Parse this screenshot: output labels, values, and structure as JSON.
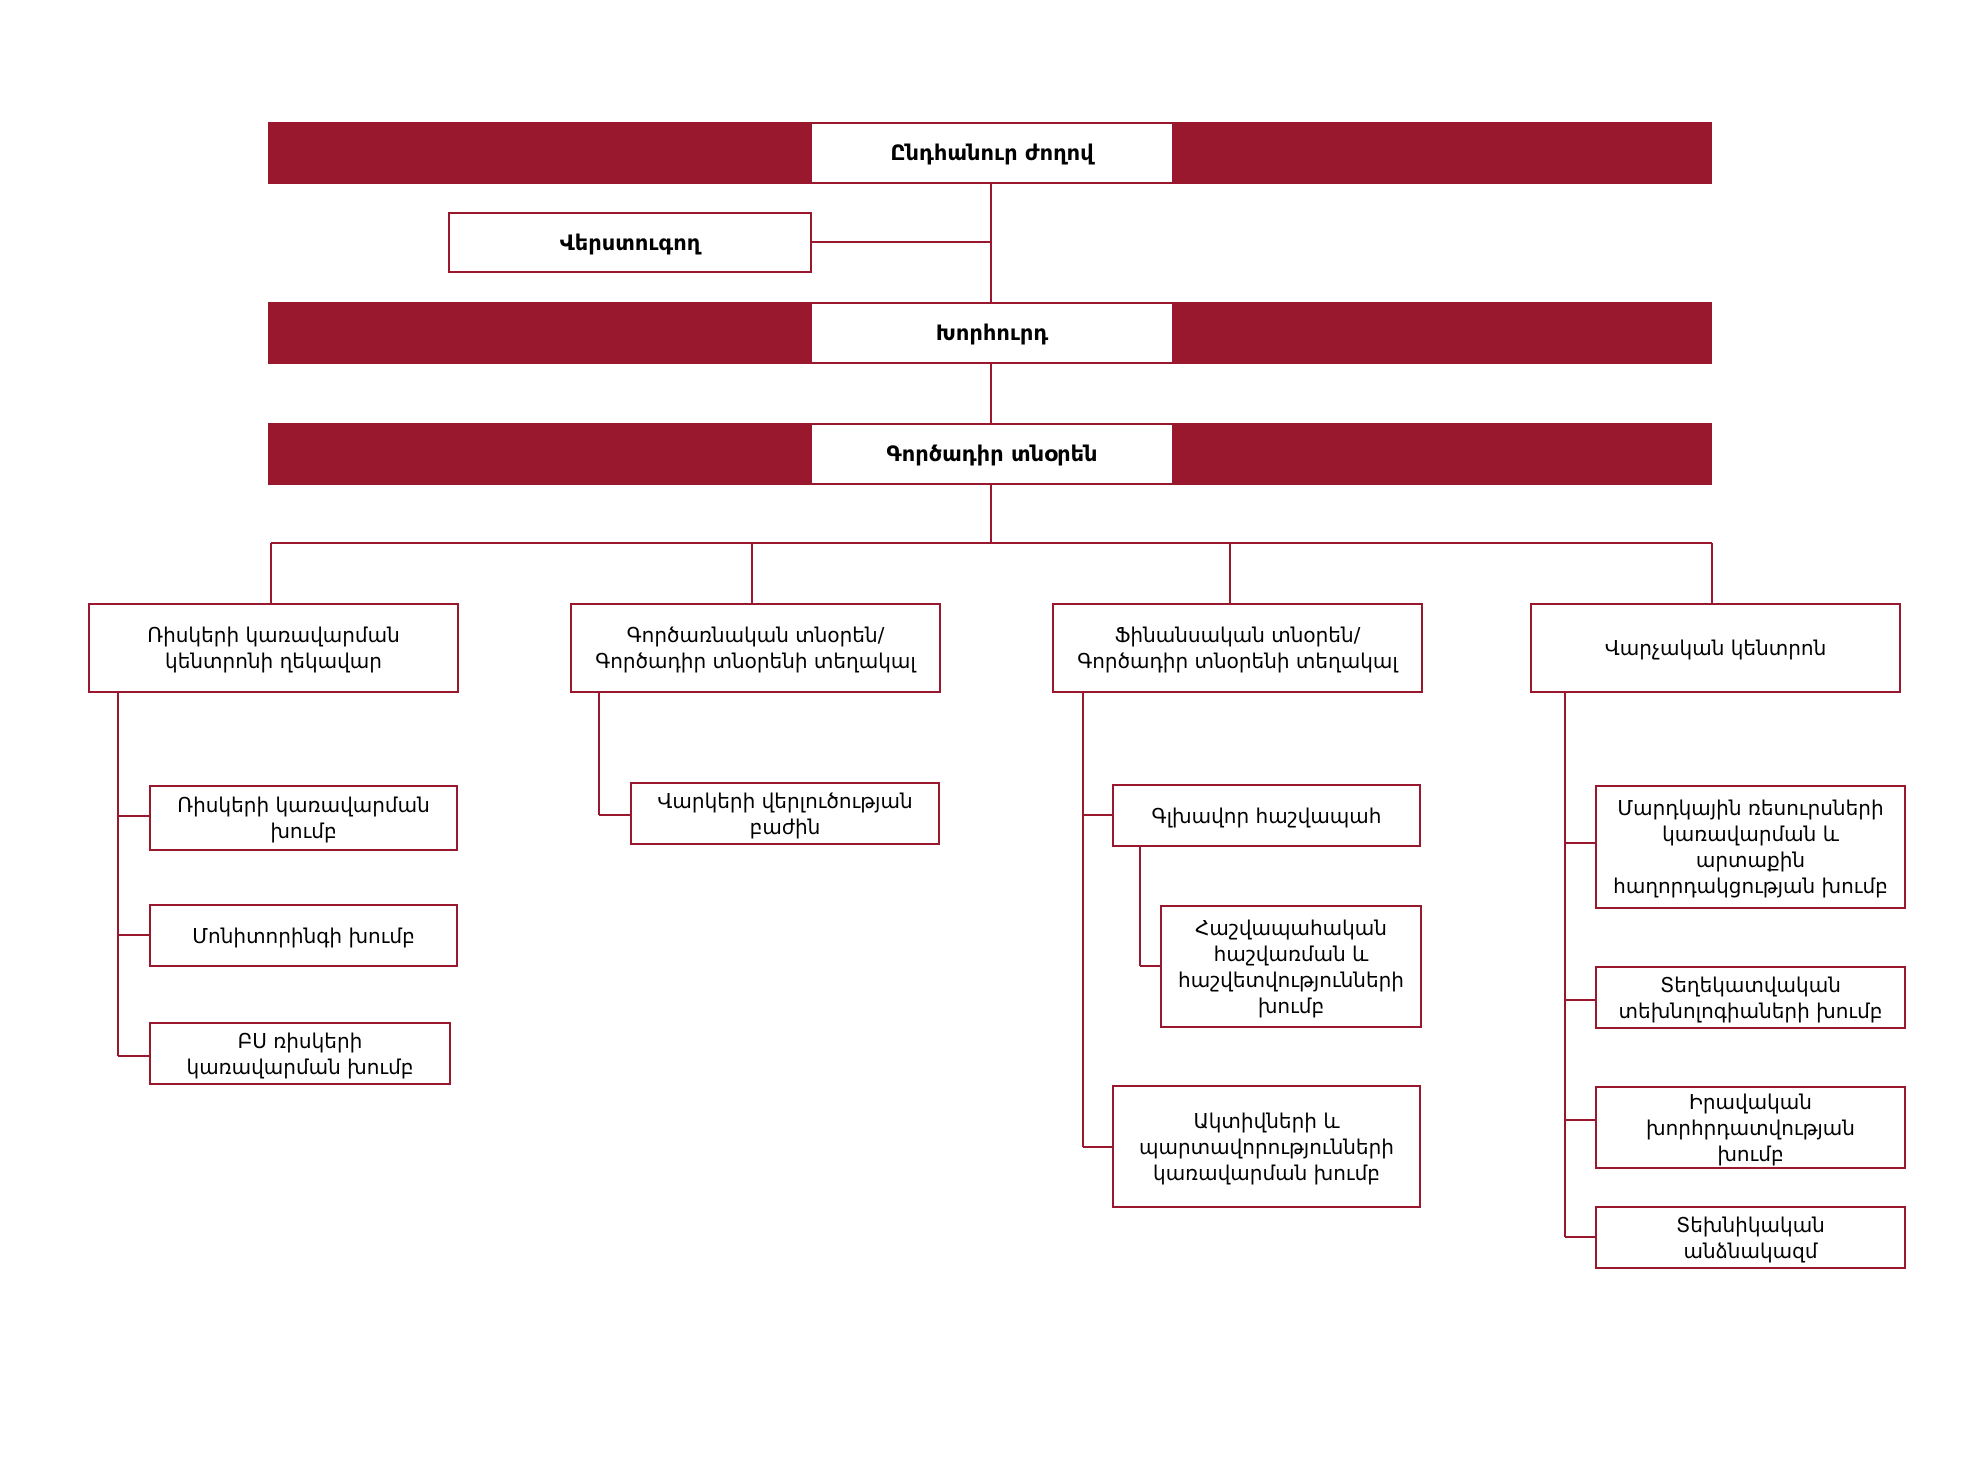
{
  "colors": {
    "accent": "#9a182e",
    "line": "#9a182e"
  },
  "org": {
    "general_meeting": "Ընդհանուր ժողով",
    "auditor": "Վերստուգող",
    "board": "Խորհուրդ",
    "ceo": "Գործադիր տնօրեն",
    "branches": [
      {
        "title": "Ռիսկերի կառավարման\nկենտրոնի ղեկավար",
        "children": [
          "Ռիսկերի կառավարման\nխումբ",
          "Մոնիտորինգի խումբ",
          "ԲՍ ռիսկերի\nկառավարման խումբ"
        ]
      },
      {
        "title": "Գործառնական տնօրեն/\nԳործադիր տնօրենի տեղակալ",
        "children": [
          "Վարկերի վերլուծության\nբաժին"
        ]
      },
      {
        "title": "Ֆինանսական տնօրեն/\nԳործադիր տնօրենի տեղակալ",
        "children": [
          "Գլխավոր հաշվապահ",
          "Ակտիվների և\nպարտավորությունների\nկառավարման խումբ"
        ],
        "grandchild": "Հաշվապահական\nհաշվառման և\nհաշվետվությունների\nխումբ"
      },
      {
        "title": "Վարչական կենտրոն",
        "children": [
          "Մարդկային ռեսուրսների\nկառավարման և\nարտաքին\nհաղորդակցության խումբ",
          "Տեղեկատվական\nտեխնոլոգիաների խումբ",
          "Իրավական\nխորհրդատվության\nխումբ",
          "Տեխնիկական\nանձնակազմ"
        ]
      }
    ]
  }
}
